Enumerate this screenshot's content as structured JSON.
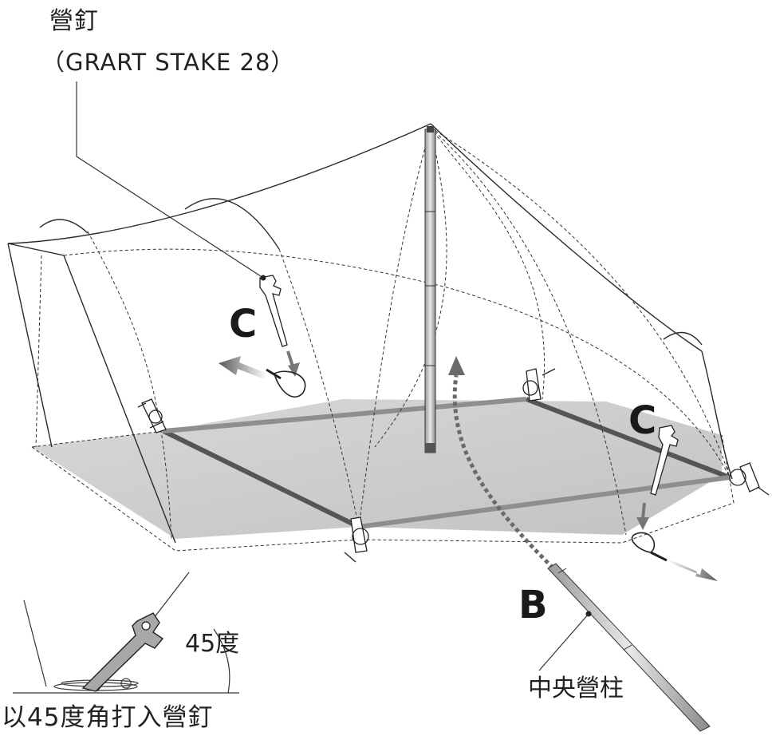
{
  "callout": {
    "title": "營釘",
    "subtitle": "（GRART STAKE 28）"
  },
  "steps": {
    "c_left": "C",
    "c_right": "C",
    "b": "B"
  },
  "labels": {
    "angle": "45度",
    "center_pole": "中央營柱",
    "caption": "以45度角打入營釘"
  },
  "colors": {
    "floor_fill": "#c7c7c7",
    "floor_fill_light": "#dcdcdc",
    "stripe_dark": "#555555",
    "stripe_light": "#8e8e8e",
    "outline": "#2a2a2a",
    "arrow_gray": "#707070"
  }
}
